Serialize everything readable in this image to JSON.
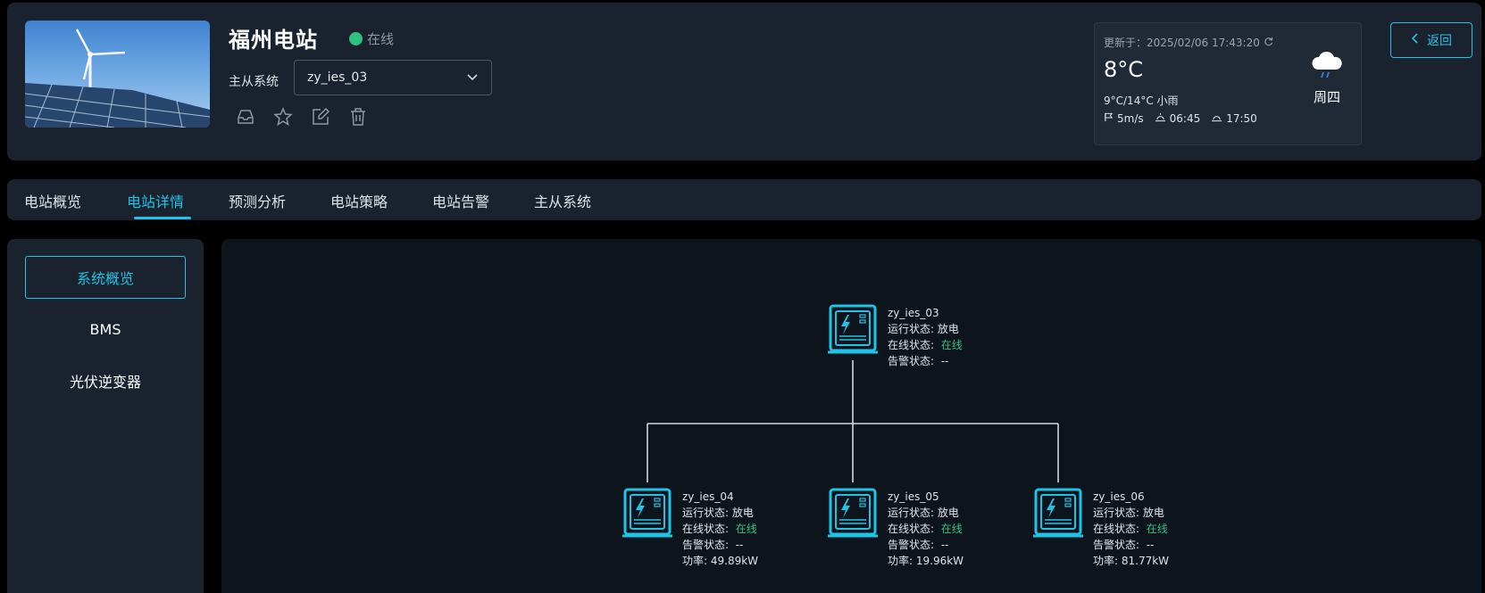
{
  "header": {
    "station_name": "福州电站",
    "status_text": "在线",
    "status_color": "#2ec27e",
    "sys_label": "主从系统",
    "sys_selected": "zy_ies_03",
    "actions": [
      "inbox-icon",
      "star-icon",
      "edit-icon",
      "trash-icon"
    ],
    "back_label": "返回"
  },
  "weather": {
    "updated": "更新于：2025/02/06 17:43:20",
    "temperature": "8°C",
    "range": "9°C/14°C 小雨",
    "wind": "5m/s",
    "sunrise": "06:45",
    "sunset": "17:50",
    "day": "周四",
    "icon": "cloud-rain-icon"
  },
  "tabs": [
    {
      "label": "电站概览"
    },
    {
      "label": "电站详情",
      "active": true
    },
    {
      "label": "预测分析"
    },
    {
      "label": "电站策略"
    },
    {
      "label": "电站告警"
    },
    {
      "label": "主从系统"
    }
  ],
  "side_menu": [
    {
      "label": "系统概览",
      "active": true
    },
    {
      "label": "BMS"
    },
    {
      "label": "光伏逆变器"
    }
  ],
  "topology": {
    "labels": {
      "run": "运行状态: ",
      "online": "在线状态:",
      "alarm": "告警状态:",
      "power": "功率:"
    },
    "master": {
      "name": "zy_ies_03",
      "run": "放电",
      "online": "在线",
      "alarm": "--"
    },
    "slaves": [
      {
        "name": "zy_ies_04",
        "run": "放电",
        "online": "在线",
        "alarm": "--",
        "power": "49.89kW"
      },
      {
        "name": "zy_ies_05",
        "run": "放电",
        "online": "在线",
        "alarm": "--",
        "power": "19.96kW"
      },
      {
        "name": "zy_ies_06",
        "run": "放电",
        "online": "在线",
        "alarm": "--",
        "power": "81.77kW"
      }
    ]
  },
  "colors": {
    "accent": "#1fc3e6",
    "online": "#2ec27e"
  }
}
